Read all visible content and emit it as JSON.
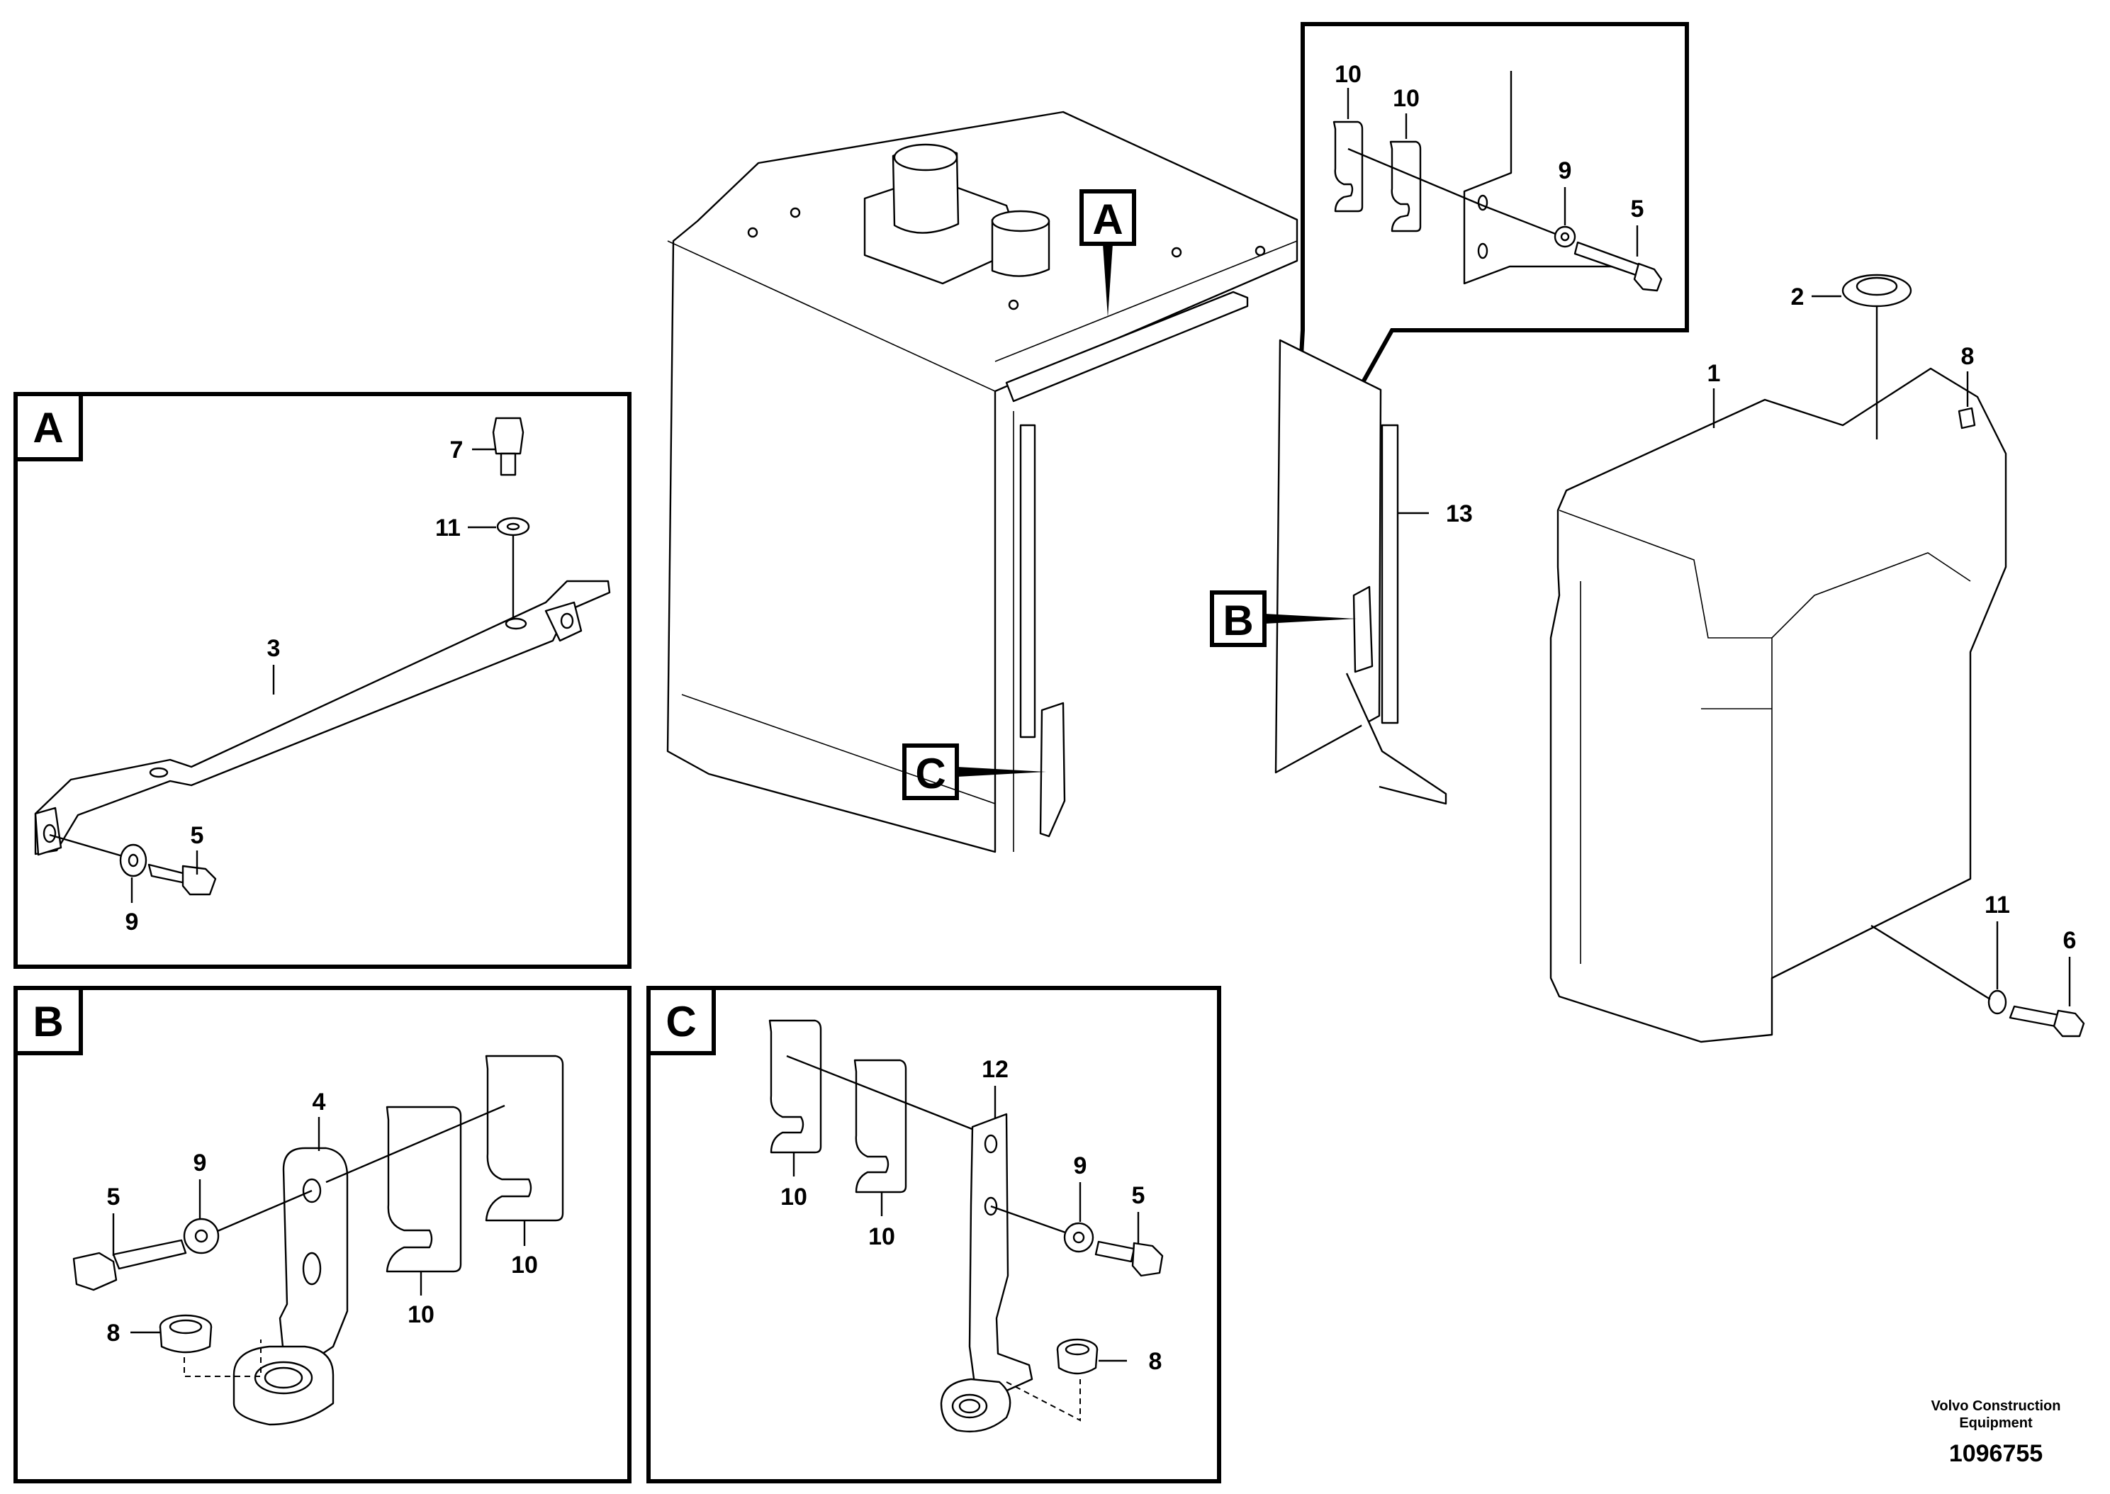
{
  "views": {
    "A": {
      "label": "A"
    },
    "B": {
      "label": "B"
    },
    "C": {
      "label": "C"
    },
    "overview": {
      "label_a": "A",
      "label_b": "B",
      "label_c": "C"
    }
  },
  "callouts": {
    "a_7": "7",
    "a_11": "11",
    "a_3": "3",
    "a_5": "5",
    "a_9": "9",
    "b_4": "4",
    "b_9": "9",
    "b_5": "5",
    "b_8": "8",
    "b_10a": "10",
    "b_10b": "10",
    "c_12": "12",
    "c_10a": "10",
    "c_10b": "10",
    "c_9": "9",
    "c_5": "5",
    "c_8": "8",
    "d_10a": "10",
    "d_10b": "10",
    "d_9": "9",
    "d_5": "5",
    "t_13": "13",
    "r_1": "1",
    "r_2": "2",
    "r_8": "8",
    "r_11": "11",
    "r_6": "6"
  },
  "footer": {
    "company_line1": "Volvo Construction",
    "company_line2": "Equipment",
    "doc_number": "1096755"
  }
}
